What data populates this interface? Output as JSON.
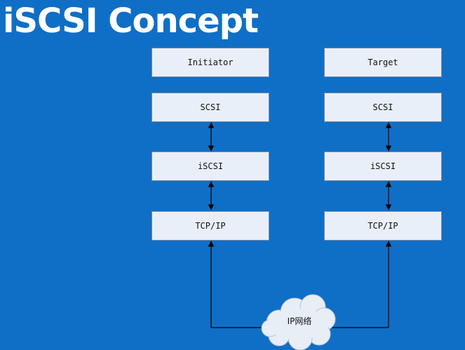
{
  "title": "iSCSI Concept",
  "initiator_stack": [
    "Initiator",
    "SCSI",
    "iSCSI",
    "TCP/IP"
  ],
  "target_stack": [
    "Target",
    "SCSI",
    "iSCSI",
    "TCP/IP"
  ],
  "network_label": "IP网络",
  "colors": {
    "background": "#0f6fc6",
    "box_fill": "#e9eff8",
    "line": "#000000"
  }
}
